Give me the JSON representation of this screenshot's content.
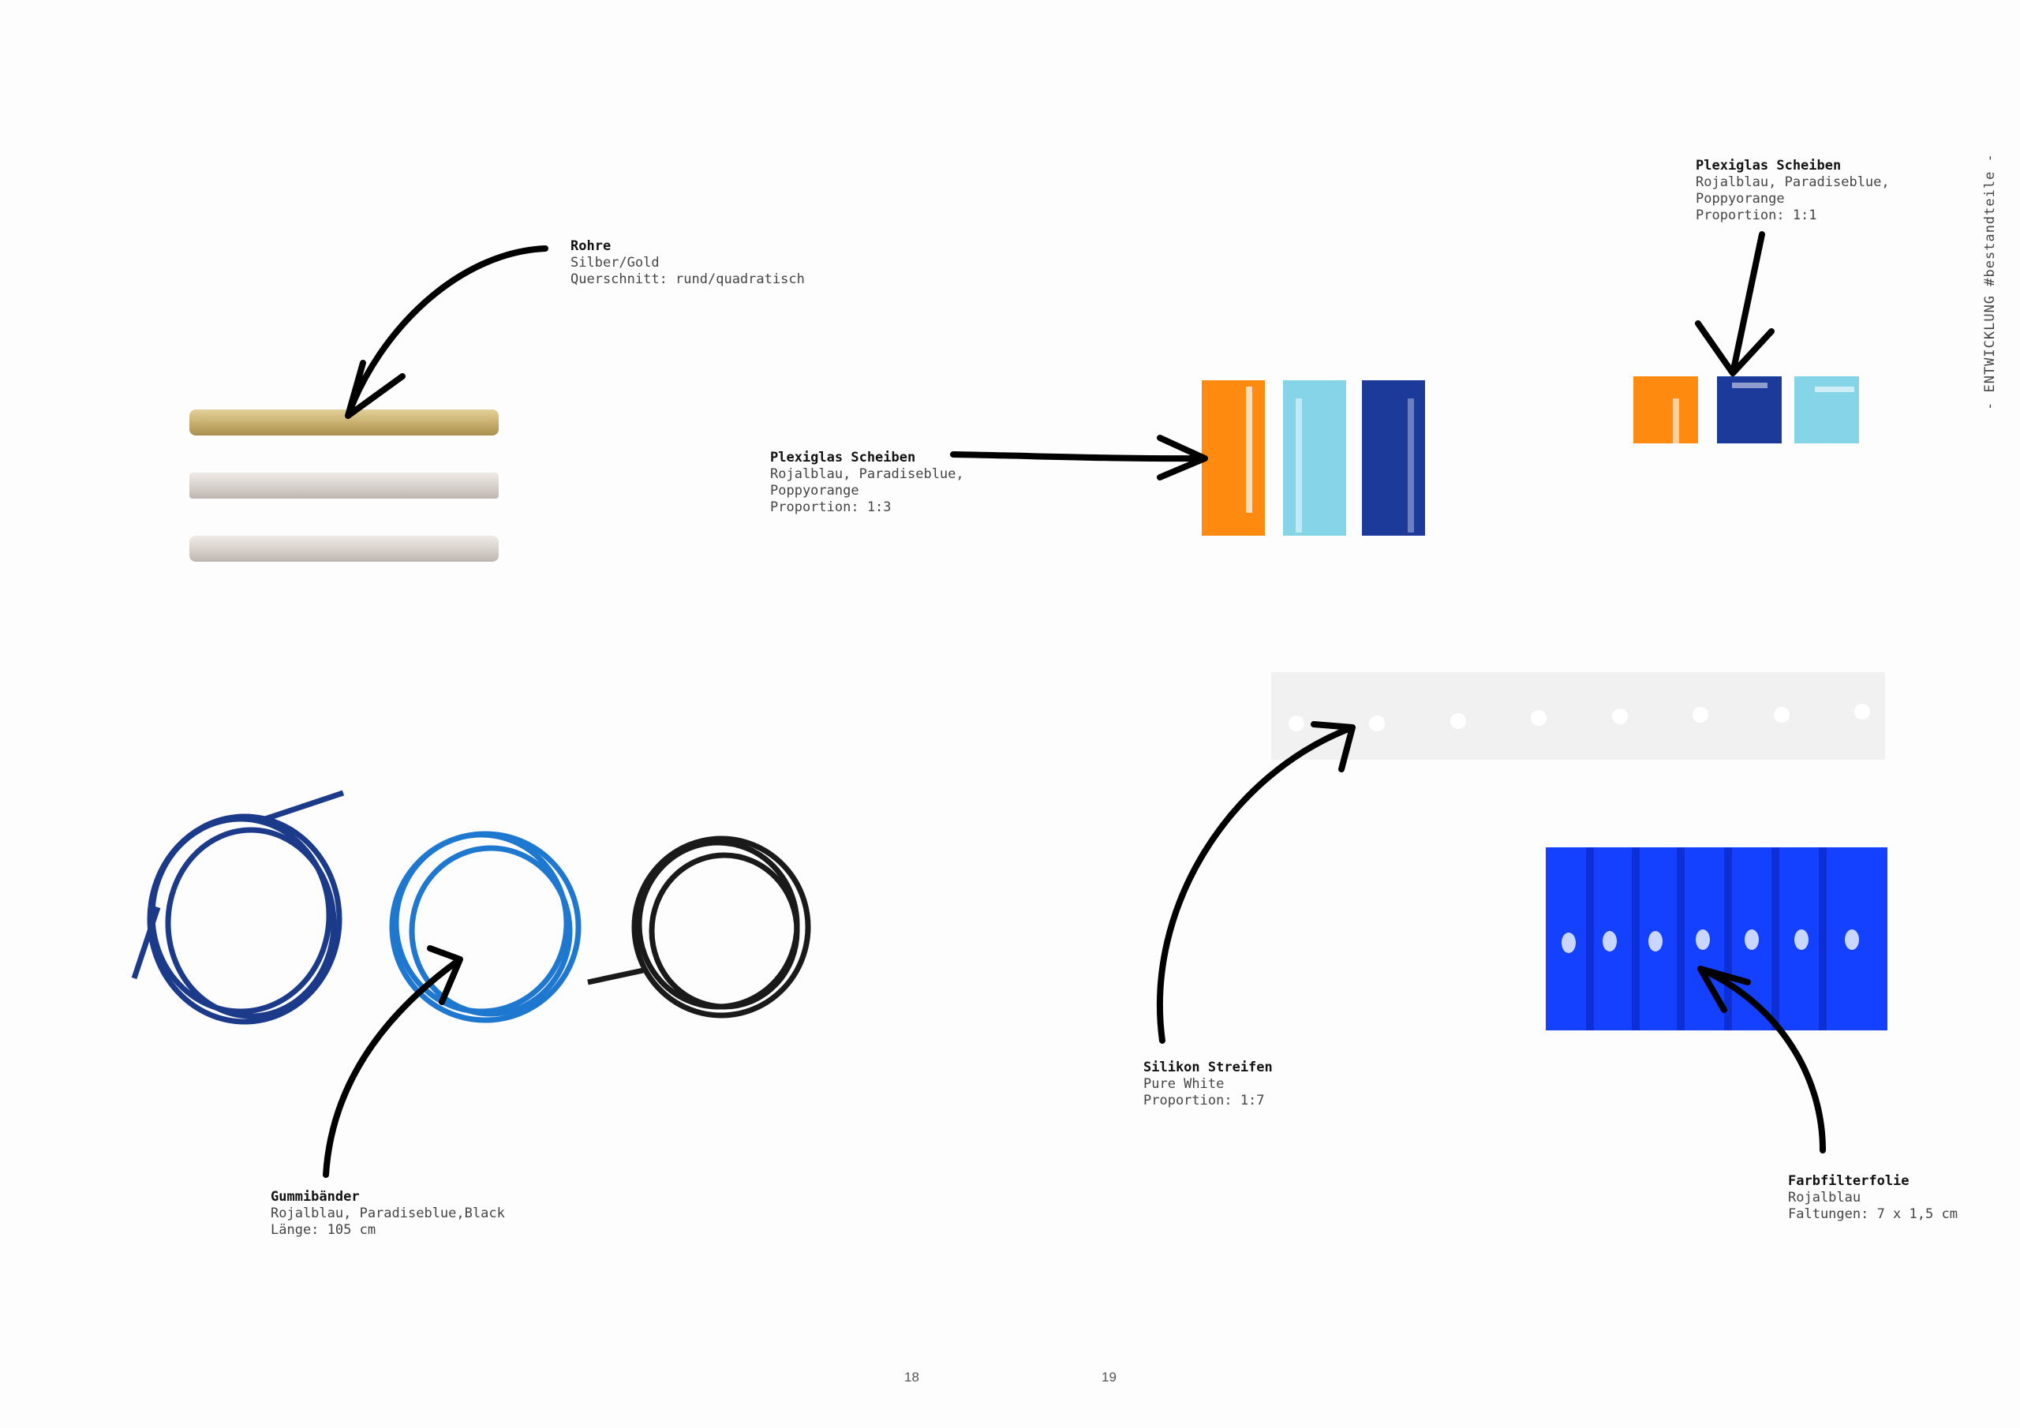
{
  "side_title": "- ENTWICKLUNG #bestandteile -",
  "items": [
    {
      "title": "Rohre",
      "lines": [
        "Silber/Gold",
        "Querschnitt: rund/quadratisch"
      ]
    },
    {
      "title": "Plexiglas Scheiben",
      "lines": [
        "Rojalblau, Paradiseblue,",
        "Poppyorange",
        "Proportion: 1:3"
      ]
    },
    {
      "title": "Plexiglas Scheiben",
      "lines": [
        "Rojalblau, Paradiseblue,",
        "Poppyorange",
        "Proportion: 1:1"
      ]
    },
    {
      "title": "Silikon Streifen",
      "lines": [
        "Pure White",
        "Proportion: 1:7"
      ]
    },
    {
      "title": "Gummibänder",
      "lines": [
        "Rojalblau, Paradiseblue,Black",
        "Länge: 105 cm"
      ]
    },
    {
      "title": "Farbfilterfolie",
      "lines": [
        "Rojalblau",
        "Faltungen: 7 x 1,5 cm"
      ]
    }
  ],
  "page_numbers": [
    "18",
    "19"
  ],
  "colors": {
    "poppyorange": "#ff8a10",
    "paradiseblue": "#7fd3ea",
    "rojalblau": "#1c3a9a",
    "filter_blue": "#1440ff",
    "black": "#1a1a1a"
  }
}
